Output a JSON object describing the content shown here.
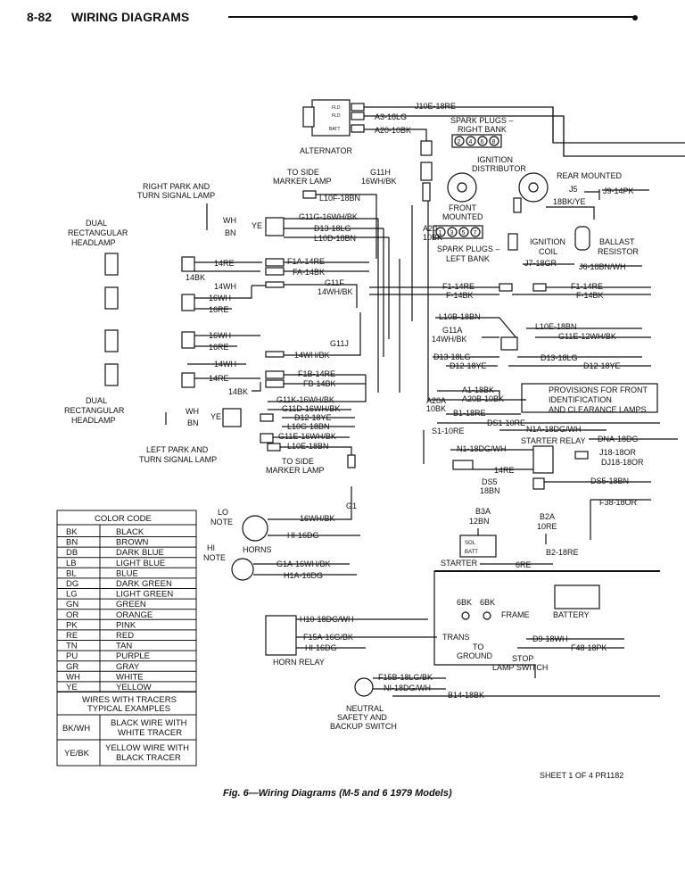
{
  "header": {
    "page": "8-82",
    "title": "WIRING DIAGRAMS"
  },
  "caption": "Fig. 6—Wiring Diagrams (M-5 and 6 1979 Models)",
  "sheet": "SHEET 1 OF 4 PR1182",
  "components": {
    "alternator": "ALTERNATOR",
    "alt_fld": "FLD",
    "alt_batt": "BATT",
    "spark_right": [
      "SPARK PLUGS –",
      "RIGHT BANK"
    ],
    "spark_left": [
      "SPARK PLUGS –",
      "LEFT BANK"
    ],
    "ignition_distributor": [
      "IGNITION",
      "DISTRIBUTOR"
    ],
    "front_mounted": [
      "FRONT",
      "MOUNTED"
    ],
    "rear_mounted": "REAR MOUNTED",
    "ignition_coil": [
      "IGNITION",
      "COIL"
    ],
    "ballast_resistor": [
      "BALLAST",
      "RESISTOR"
    ],
    "side_marker_top": [
      "TO SIDE",
      "MARKER LAMP"
    ],
    "side_marker_bottom": [
      "TO SIDE",
      "MARKER LAMP"
    ],
    "right_park": [
      "RIGHT PARK AND",
      "TURN SIGNAL LAMP"
    ],
    "left_park": [
      "LEFT PARK AND",
      "TURN SIGNAL LAMP"
    ],
    "dual_head_top": [
      "DUAL",
      "RECTANGULAR",
      "HEADLAMP"
    ],
    "dual_head_bottom": [
      "DUAL",
      "RECTANGULAR",
      "HEADLAMP"
    ],
    "lo_note": [
      "LO",
      "NOTE"
    ],
    "hi_note": [
      "HI",
      "NOTE"
    ],
    "horns": "HORNS",
    "horn_relay": "HORN RELAY",
    "neutral_switch": [
      "NEUTRAL",
      "SAFETY AND",
      "BACKUP SWITCH"
    ],
    "starter": "STARTER",
    "starter_relay": "STARTER RELAY",
    "battery": "BATTERY",
    "frame": "FRAME",
    "trans_ground": [
      "TRANS",
      "TO",
      "GROUND"
    ],
    "stop_lamp": [
      "STOP",
      "LAMP SWITCH"
    ],
    "provisions": [
      "PROVISIONS FOR FRONT",
      "IDENTIFICATION",
      "AND CLEARANCE LAMPS"
    ],
    "dss": [
      "DS5",
      "18BN"
    ],
    "b3a": [
      "B3A",
      "12BN"
    ],
    "b2a": [
      "B2A",
      "10RE"
    ],
    "sol": "SOL",
    "batt_small": "BATT"
  },
  "wires": {
    "j10e": "J10E-18RE",
    "a3": "A3-18LG",
    "a20": "A20-10BK",
    "j5": "J5",
    "j9": "J9-14PK",
    "18bkye": "18BK/YE",
    "j7": "J7-18GR",
    "j6": "J6-18BN/WH",
    "g11h": [
      "G11H",
      "16WH/BK"
    ],
    "l10f": "L10F-18BN",
    "g11g": "G11G-16WH/BK",
    "d13a": "D13-18LG",
    "l10d": "L10D-18BN",
    "wh1": "WH",
    "ye1": "YE",
    "bn1": "BN",
    "a20b": [
      "A20",
      "10BK"
    ],
    "re14a": "14RE",
    "f1a": "F1A-14RE",
    "fa14": "FA-14BK",
    "bk14a": "14BK",
    "wh14a": "14WH",
    "g11f": [
      "G11F",
      "14WH/BK"
    ],
    "wh16a": "16WH",
    "re16a": "16RE",
    "f1_14re": "F1-14RE",
    "f1_14bk": "F-14BK",
    "f1_14re_r": "F1-14RE",
    "f_14bk_r": "F-14BK",
    "l10b": "L10B-18BN",
    "g11a": [
      "G11A",
      "14WH/BK"
    ],
    "l10e": "L10E-18BN",
    "g11e12": "G11E-12WH/BK",
    "wh16b": "16WH",
    "re16b": "16RE",
    "g11j": [
      "G11J",
      "14WH/BK"
    ],
    "wh14b": "14WH",
    "re14b": "14RE",
    "f1b": "F1B-14RE",
    "fb14": "FB-14BK",
    "bk14b": "14BK",
    "d13b": "D13-18LG",
    "d12": "D12-18YE",
    "d13c": "D13-18LG",
    "d12r": "D12-18YE",
    "g11k": "G11K-16WH/BK",
    "g11d": "G11D-16WH/BK",
    "d12b": "D12-18YE",
    "l10g": "L10G-18BN",
    "g11e": "G11E-16WH/BK",
    "l10e2": "L10E-18BN",
    "wh2": "WH",
    "ye2": "YE",
    "bn2": "BN",
    "a1": "A1-18BK",
    "a20b2": "A20B-10BK",
    "a20a": [
      "A20A",
      "10BK"
    ],
    "b1": "B1-18RE",
    "s1": "S1-10RE",
    "ds1": "DS1-10RE",
    "n1a": "N1A-18DG/WH",
    "dna": "DNA-18DG",
    "n1": "N1-18DG/WH",
    "j18": "J18-18OR",
    "dj18": "DJ18-18OR",
    "re14c": "14RE",
    "ds5r": "DS5-18BN",
    "f38": "F38-18OR",
    "b2": "B2-18RE",
    "re6": "6RE",
    "g1": "G1",
    "wh16bk": "16WH/BK",
    "hi16dg": "HI-16DG",
    "g1a": "G1A-16WH/BK",
    "h1a": "H1A-16DG",
    "h10": "H10-18DG/WH",
    "f15a": "F15A-16G/BK",
    "hi16dg2": "HI-16DG",
    "bk6a": "6BK",
    "bk6b": "6BK",
    "d9": "D9-18WH",
    "f48": "F48-18PK",
    "f15b": "F15B-18LG/BK",
    "ni18": "NI-18DG/WH",
    "b14": "B14-18BK",
    "plug_r": [
      "2",
      "4",
      "6",
      "8"
    ],
    "plug_l": [
      "1",
      "3",
      "5",
      "7"
    ]
  },
  "color_code": {
    "title": "COLOR CODE",
    "rows": [
      [
        "BK",
        "BLACK"
      ],
      [
        "BN",
        "BROWN"
      ],
      [
        "DB",
        "DARK BLUE"
      ],
      [
        "LB",
        "LIGHT BLUE"
      ],
      [
        "BL",
        "BLUE"
      ],
      [
        "DG",
        "DARK GREEN"
      ],
      [
        "LG",
        "LIGHT GREEN"
      ],
      [
        "GN",
        "GREEN"
      ],
      [
        "OR",
        "ORANGE"
      ],
      [
        "PK",
        "PINK"
      ],
      [
        "RE",
        "RED"
      ],
      [
        "TN",
        "TAN"
      ],
      [
        "PU",
        "PURPLE"
      ],
      [
        "GR",
        "GRAY"
      ],
      [
        "WH",
        "WHITE"
      ],
      [
        "YE",
        "YELLOW"
      ]
    ],
    "tracers_title": [
      "WIRES WITH TRACERS",
      "TYPICAL EXAMPLES"
    ],
    "tracers": [
      [
        "BK/WH",
        "BLACK WIRE WITH",
        "WHITE TRACER"
      ],
      [
        "YE/BK",
        "YELLOW WIRE WITH",
        "BLACK TRACER"
      ]
    ]
  }
}
